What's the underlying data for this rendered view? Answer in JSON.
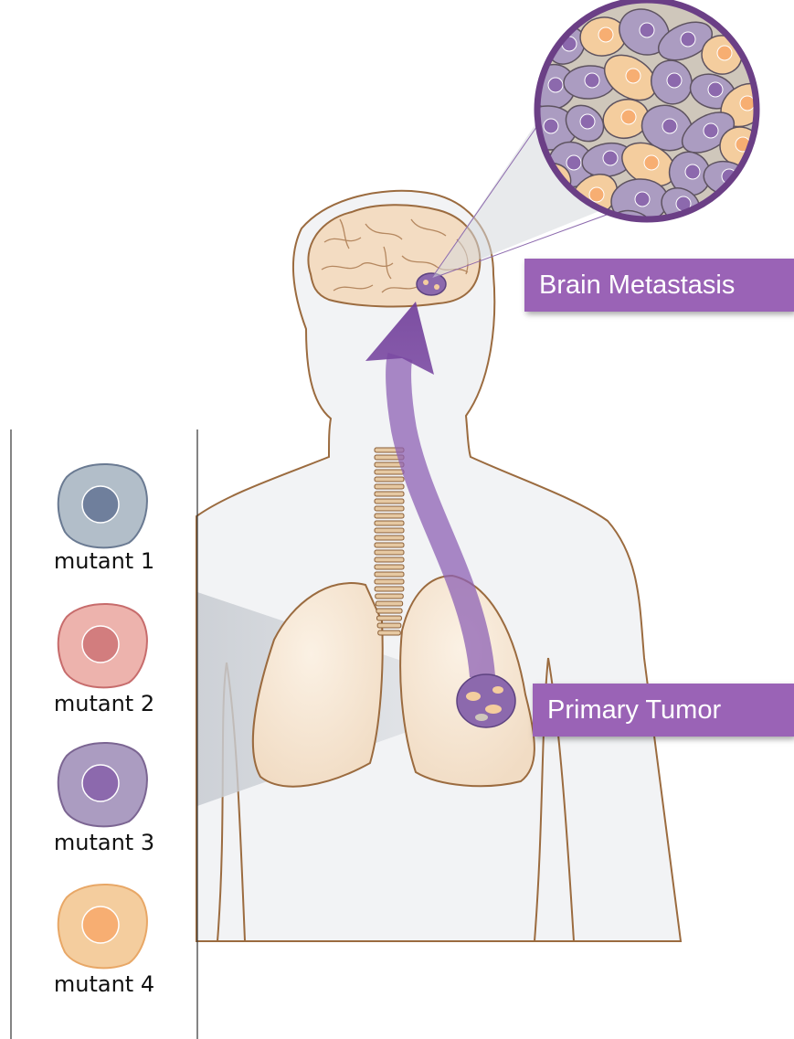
{
  "labels": {
    "brain_metastasis": "Brain Metastasis",
    "primary_tumor": "Primary Tumor"
  },
  "legend": {
    "items": [
      {
        "label": "mutant 1",
        "cell_color": "#b2bec9",
        "nucleus_color": "#6f7f9c",
        "edge_color": "#6a7a92"
      },
      {
        "label": "mutant 2",
        "cell_color": "#edb3ad",
        "nucleus_color": "#d27d7e",
        "edge_color": "#c76c6c"
      },
      {
        "label": "mutant 3",
        "cell_color": "#ab9cc1",
        "nucleus_color": "#8c69ad",
        "edge_color": "#7b6592"
      },
      {
        "label": "mutant 4",
        "cell_color": "#f4cd9e",
        "nucleus_color": "#f7ae72",
        "edge_color": "#e8a766"
      }
    ]
  },
  "colors": {
    "accent_purple": "#9a63b6",
    "arrow_purple": "#7f4ea6",
    "body_outline": "#9b6b3f",
    "body_fill": "#f2f3f5",
    "lung_fill": "#f5e4d0",
    "brain_fill": "#f3dcc2"
  }
}
